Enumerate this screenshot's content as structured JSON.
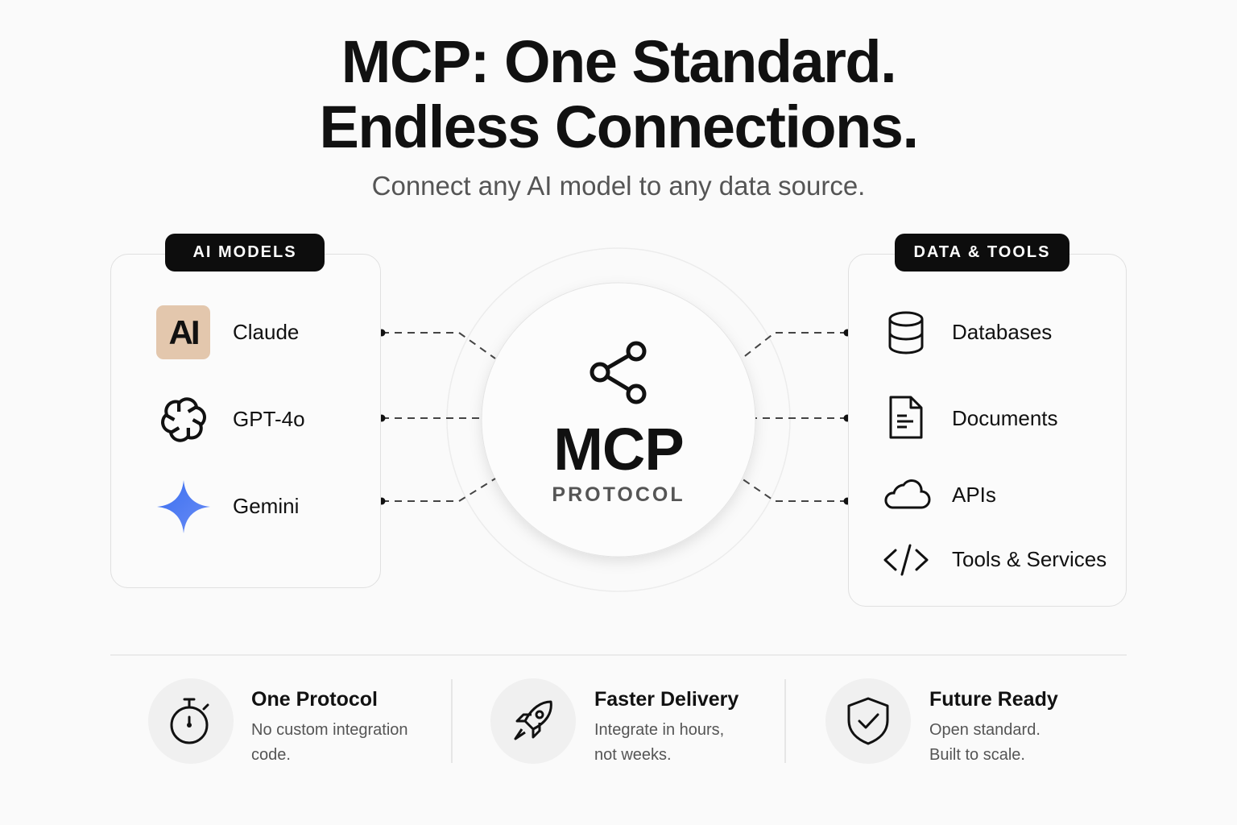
{
  "title_line1": "MCP: One Standard.",
  "title_line2": "Endless Connections.",
  "subtitle": "Connect any AI model to any data source.",
  "left": {
    "badge": "AI MODELS",
    "items": [
      {
        "label": "Claude",
        "icon": "anthropic-logo",
        "logo_text": "AI"
      },
      {
        "label": "GPT-4o",
        "icon": "openai-logo"
      },
      {
        "label": "Gemini",
        "icon": "gemini-sparkle"
      }
    ]
  },
  "right": {
    "badge": "DATA & TOOLS",
    "items": [
      {
        "label": "Databases",
        "icon": "database-icon"
      },
      {
        "label": "Documents",
        "icon": "document-icon"
      },
      {
        "label": "APIs",
        "icon": "cloud-icon"
      },
      {
        "label": "Tools & Services",
        "icon": "code-icon"
      }
    ]
  },
  "center": {
    "title": "MCP",
    "subtitle": "PROTOCOL",
    "icon": "share-icon"
  },
  "features": [
    {
      "title": "One Protocol",
      "line1": "No custom integration",
      "line2": "code.",
      "icon": "stopwatch-icon"
    },
    {
      "title": "Faster Delivery",
      "line1": "Integrate in hours,",
      "line2": "not weeks.",
      "icon": "rocket-icon"
    },
    {
      "title": "Future Ready",
      "line1": "Open standard.",
      "line2": "Built to scale.",
      "icon": "shield-check-icon"
    }
  ],
  "colors": {
    "claude_bg": "#e3c7ad",
    "gemini": "#4b7bf0",
    "badge": "#0d0d0d"
  }
}
